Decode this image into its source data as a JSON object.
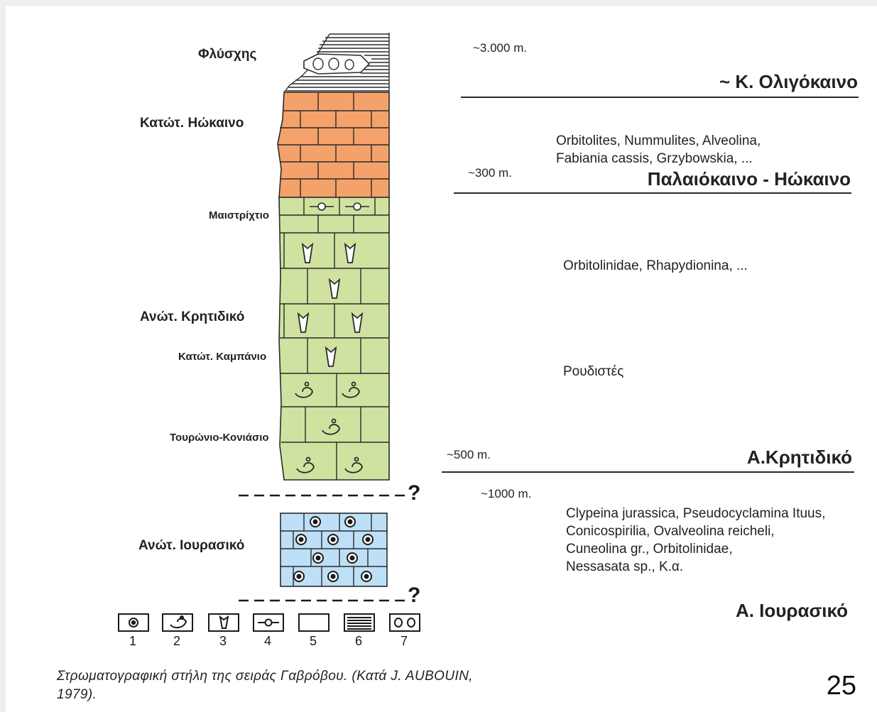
{
  "stages": {
    "flysch": "Φλύσχης",
    "lower_eocene": "Κατώτ. Ηώκαινο",
    "maastrichtian": "Μαιστρίχτιο",
    "upper_cretaceous": "Ανώτ. Κρητιδικό",
    "lower_campanian": "Κατώτ. Καμπάνιο",
    "turonian_coniacian": "Τουρώνιο-Κονιάσιο",
    "upper_jurassic": "Ανώτ. Ιουρασικό"
  },
  "thicknesses": {
    "t1": "~3.000 m.",
    "t2": "~300 m.",
    "t3": "~500 m.",
    "t4": "~1000 m."
  },
  "ages": {
    "oligocene": "~ Κ. Ολιγόκαινο",
    "paleocene_eocene": "Παλαιόκαινο - Ηώκαινο",
    "cretaceous": "Α.Κρητιδικό",
    "jurassic": "Α. Ιουρασικό"
  },
  "fossils": {
    "eocene_1": "Orbitolites, Nummulites, Alveolina,",
    "eocene_2": "Fabiania cassis, Grzybowskia, ...",
    "cretaceous": "Orbitolinidae, Rhapydionina, ...",
    "rudists": "Ρουδιστές",
    "jurassic_1": "Clypeina jurassica, Pseudocyclamina Ituus,",
    "jurassic_2": "Conicospirilia, Ovalveolina reicheli,",
    "jurassic_3": "Cuneolina gr., Orbitolinidae,",
    "jurassic_4": "Nessasata sp., Κ.α."
  },
  "uncertain_mark": "?",
  "legend": [
    "1",
    "2",
    "3",
    "4",
    "5",
    "6",
    "7"
  ],
  "caption": {
    "line1": "Στρωματογραφική στήλη της σειράς Γαβρόβου. (Κατά J. AUBOUIN,",
    "line2": "1979)."
  },
  "page_number": "25",
  "colors": {
    "eocene_limestone": "#f4a26a",
    "cretaceous_limestone": "#cfe2a0",
    "jurassic_limestone": "#bde0f7"
  }
}
